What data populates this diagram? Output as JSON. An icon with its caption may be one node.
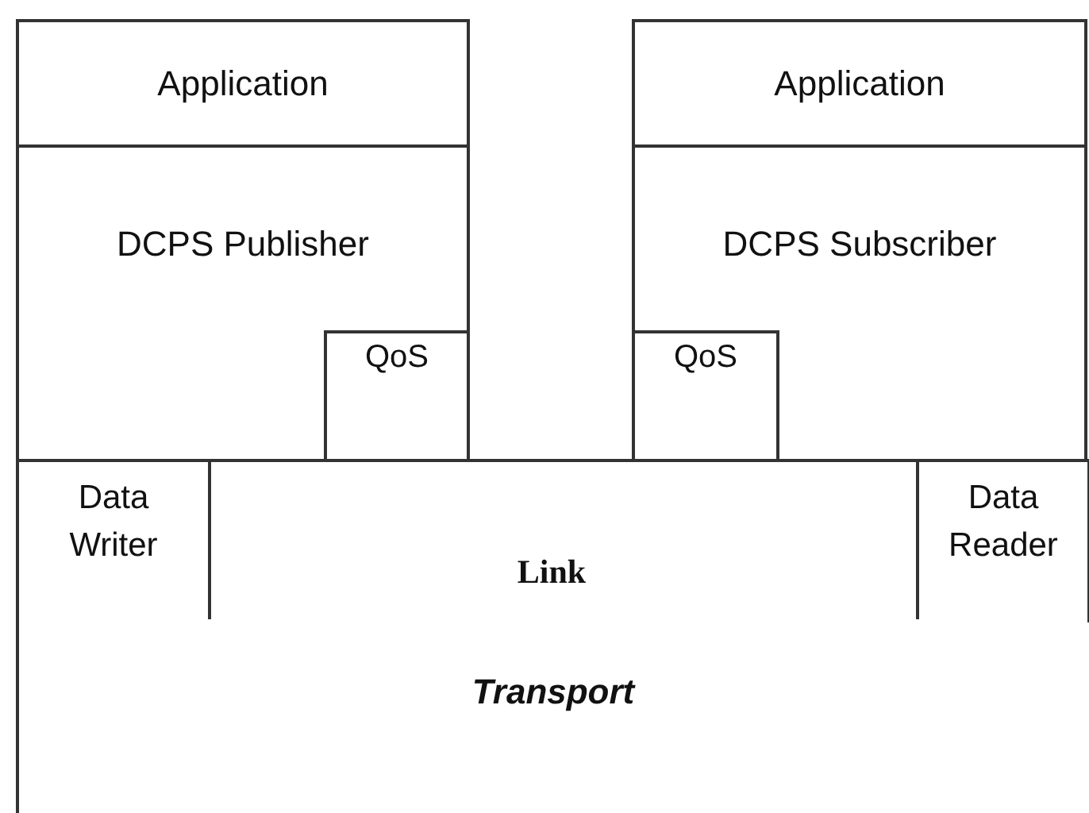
{
  "diagram": {
    "nodes": [
      {
        "text": [
          "Application"
        ]
      },
      {
        "text": [
          "DCPS Publisher"
        ]
      },
      {
        "text": [
          "QoS"
        ],
        "in": 1
      },
      {
        "text": [
          "Application"
        ]
      },
      {
        "text": [
          "DCPS Subscriber"
        ]
      },
      {
        "text": [
          "QoS"
        ],
        "in": 4
      },
      {
        "text": [
          "Link"
        ]
      },
      {
        "text": [
          "Data Writer"
        ],
        "in": 6
      },
      {
        "text": [
          "Data Reader"
        ],
        "in": 6
      },
      {
        "text": [
          "Transport"
        ]
      }
    ]
  }
}
